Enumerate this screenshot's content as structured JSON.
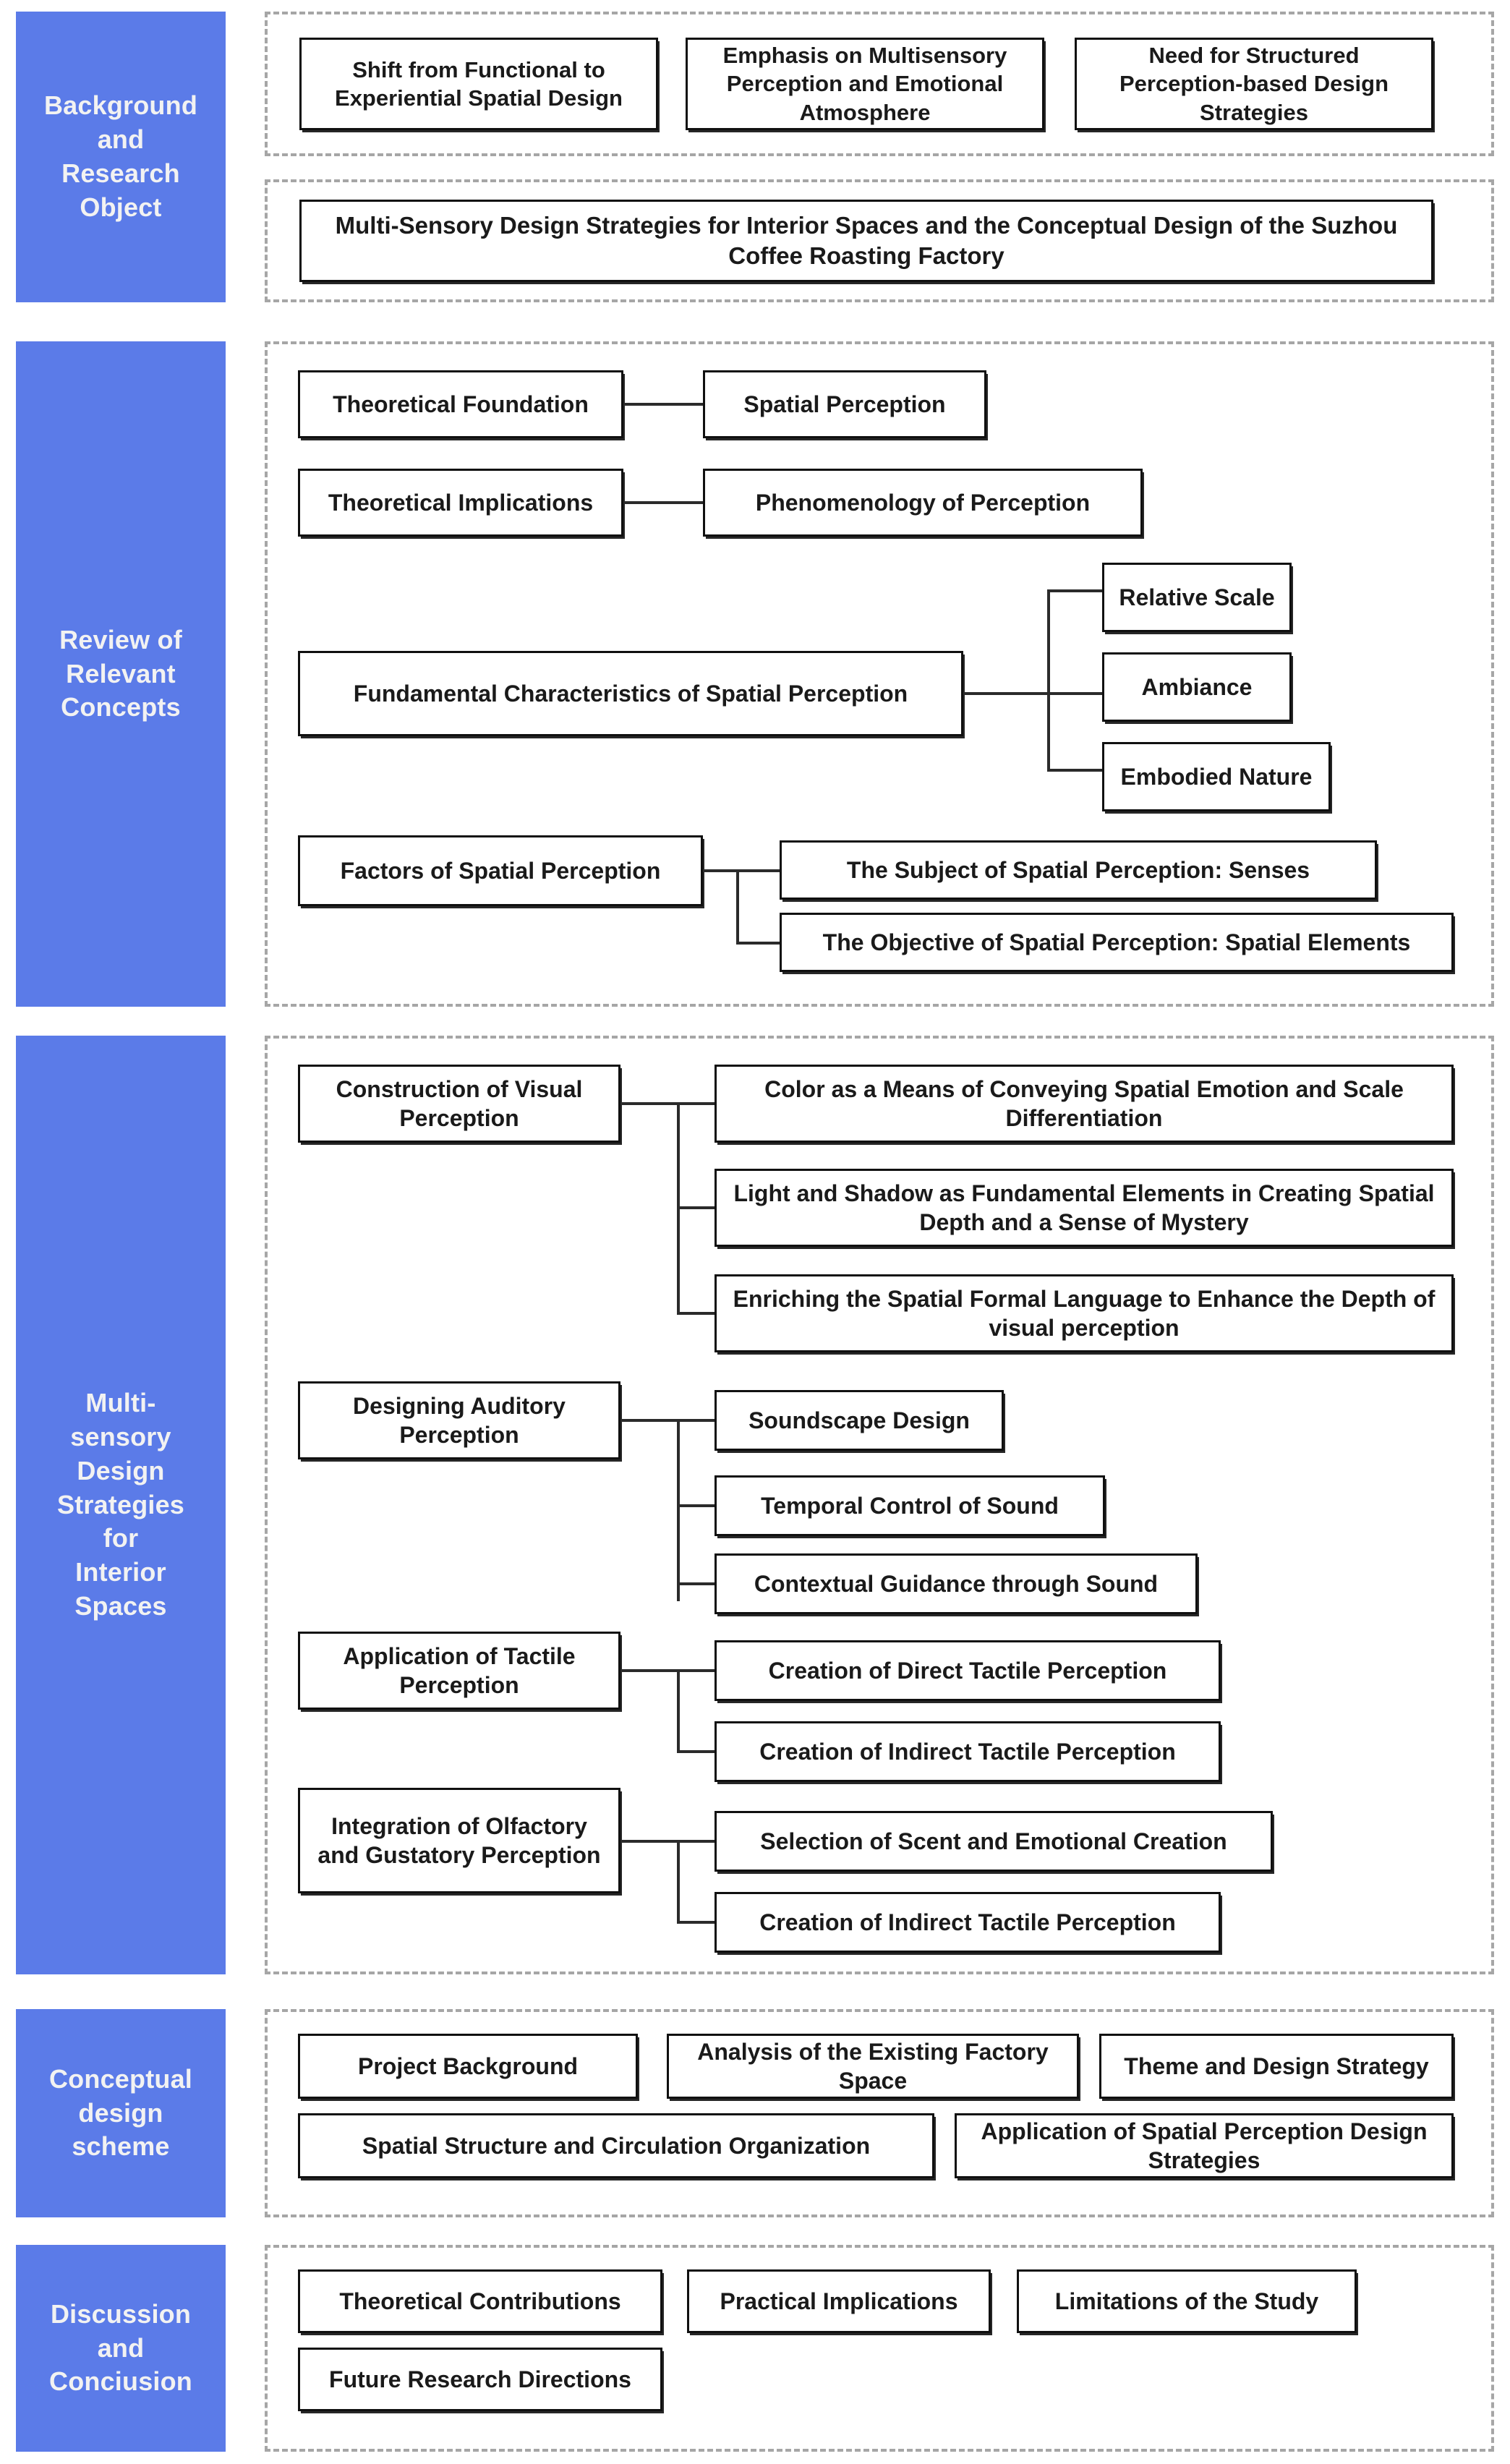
{
  "diagram": {
    "title": "Research Framework Flowchart",
    "accent_color": "#5B7BE8",
    "box_border_color": "#101010",
    "section_border_color": "#A6A6A6"
  },
  "sections": [
    {
      "id": "background",
      "band_label": "Background\nand\nResearch\nObject",
      "groups": [
        {
          "id": "drivers",
          "nodes": [
            {
              "label": "Shift from Functional to Experiential Spatial Design"
            },
            {
              "label": "Emphasis on Multisensory Perception and Emotional Atmosphere"
            },
            {
              "label": "Need for Structured Perception-based Design Strategies"
            }
          ]
        },
        {
          "id": "object",
          "nodes": [
            {
              "label": "Multi-Sensory Design Strategies for Interior Spaces and the Conceptual Design of the Suzhou Coffee Roasting Factory"
            }
          ]
        }
      ]
    },
    {
      "id": "review",
      "band_label": "Review of\nRelevant\nConcepts",
      "branches": [
        {
          "parent": "Theoretical Foundation",
          "children": [
            "Spatial Perception"
          ]
        },
        {
          "parent": "Theoretical Implications",
          "children": [
            "Phenomenology of Perception"
          ]
        },
        {
          "parent": "Fundamental Characteristics of Spatial Perception",
          "children": [
            "Relative Scale",
            "Ambiance",
            "Embodied Nature"
          ]
        },
        {
          "parent": "Factors of Spatial Perception",
          "children": [
            "The Subject of Spatial Perception: Senses",
            "The Objective of Spatial Perception: Spatial Elements"
          ]
        }
      ]
    },
    {
      "id": "strategies",
      "band_label": "Multi-\nsensory\nDesign\nStrategies\nfor\nInterior\nSpaces",
      "branches": [
        {
          "parent": "Construction of Visual Perception",
          "children": [
            "Color as a Means of Conveying Spatial Emotion and Scale Differentiation",
            "Light and Shadow as Fundamental Elements in Creating Spatial Depth and a Sense of Mystery",
            "Enriching the Spatial Formal Language to Enhance the Depth of visual perception"
          ]
        },
        {
          "parent": "Designing Auditory Perception",
          "children": [
            "Soundscape Design",
            "Temporal Control of Sound",
            "Contextual Guidance through Sound"
          ]
        },
        {
          "parent": "Application of Tactile Perception",
          "children": [
            "Creation of Direct Tactile Perception",
            "Creation of Indirect Tactile Perception"
          ]
        },
        {
          "parent": "Integration of Olfactory and Gustatory Perception",
          "children": [
            "Selection of Scent and Emotional Creation",
            "Creation of Indirect Tactile Perception"
          ]
        }
      ]
    },
    {
      "id": "conceptual",
      "band_label": "Conceptual\ndesign\nscheme",
      "nodes": [
        "Project Background",
        "Analysis of the Existing Factory Space",
        "Theme and Design Strategy",
        "Spatial Structure and Circulation Organization",
        "Application of Spatial Perception Design Strategies"
      ]
    },
    {
      "id": "discussion",
      "band_label": "Discussion\nand\nConciusion",
      "nodes": [
        "Theoretical Contributions",
        "Practical Implications",
        "Limitations of the Study",
        "Future Research Directions"
      ]
    }
  ]
}
